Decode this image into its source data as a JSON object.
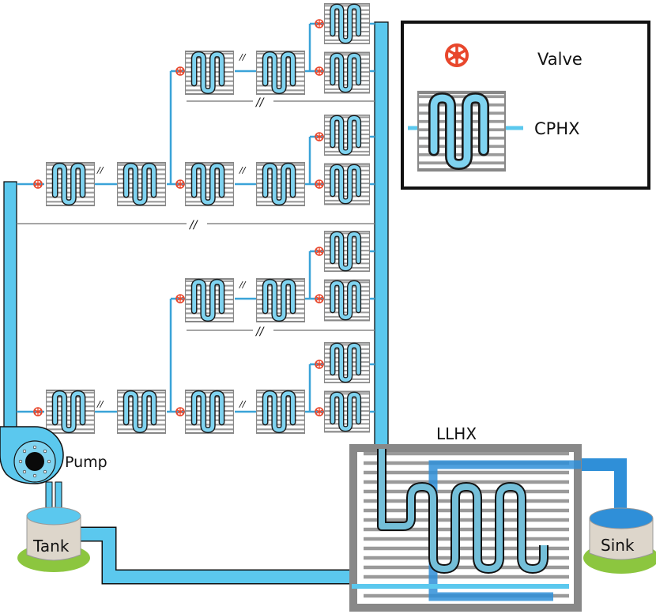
{
  "labels": {
    "llhx": "LLHX",
    "pump": "Pump",
    "tank": "Tank",
    "sink": "Sink"
  },
  "legend": {
    "valve": "Valve",
    "cphx": "CPHX"
  },
  "break_mark": "//",
  "colors": {
    "coolant": "#5bc8ee",
    "coolant_dark": "#3aa3d8",
    "sink_blue": "#2f8fd8",
    "outline": "#111111",
    "grill": "#9a9a9a",
    "valve": "#e8472c",
    "tank_base": "#8cc63f",
    "tank_body": "#ddd6cb"
  },
  "icons": {
    "valve": "valve-icon",
    "cphx": "cphx-icon",
    "pump": "pump-icon"
  }
}
